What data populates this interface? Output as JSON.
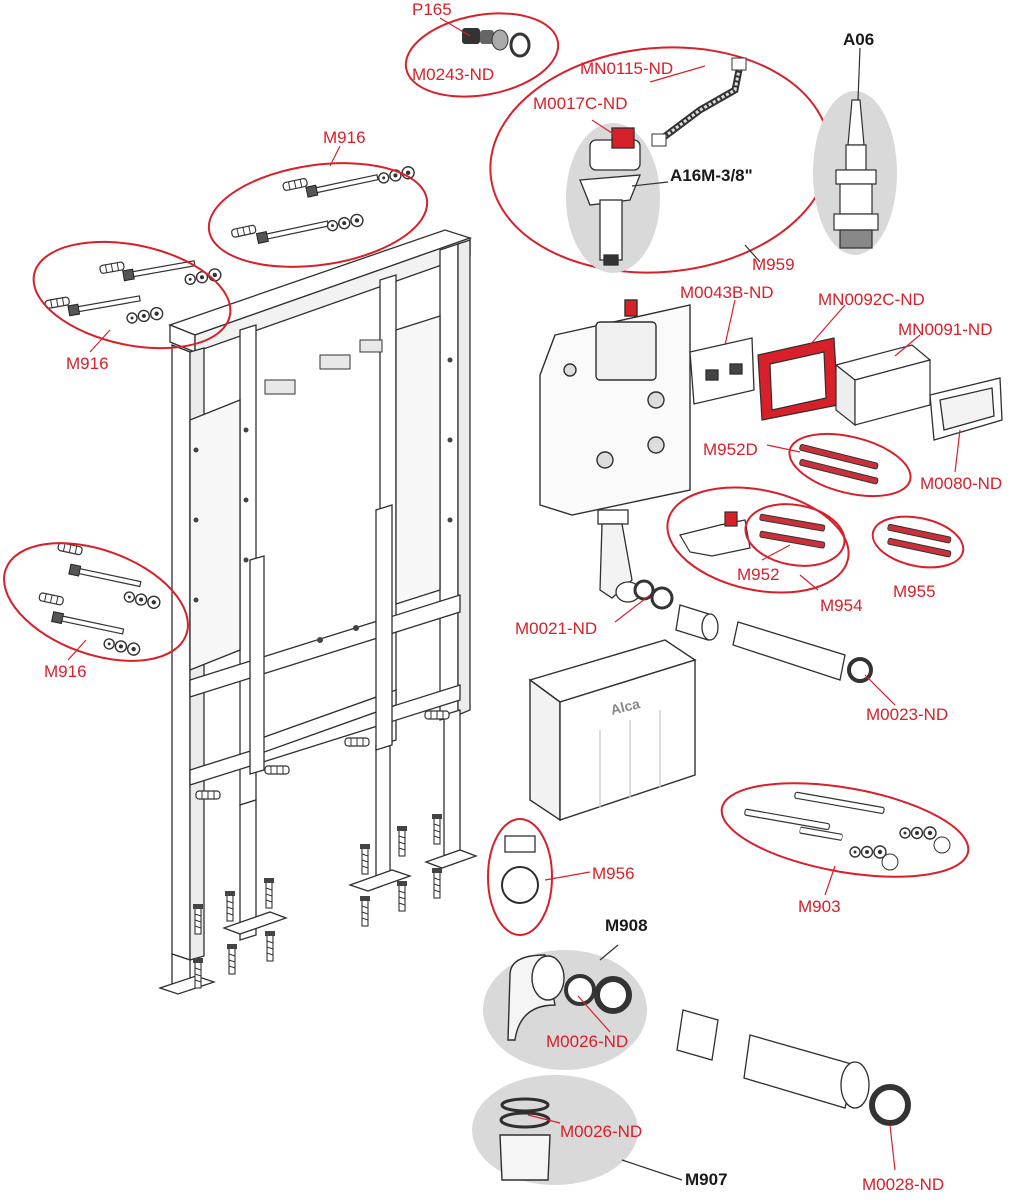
{
  "colors": {
    "callout": "#d8202a",
    "part_stroke": "#2f2f2f",
    "shade": "#d9d9d9"
  },
  "labels": {
    "p165": "P165",
    "m0243": "M0243-ND",
    "mn0115": "MN0115-ND",
    "m0017c": "M0017C-ND",
    "a16m": "A16M-3/8\"",
    "m959": "M959",
    "a06": "A06",
    "m916_top": "M916",
    "m916_left": "M916",
    "m916_bottom": "M916",
    "m0043b": "M0043B-ND",
    "mn0092c": "MN0092C-ND",
    "mn0091": "MN0091-ND",
    "m952d": "M952D",
    "m0080": "M0080-ND",
    "m952": "M952",
    "m954": "M954",
    "m955": "M955",
    "m0021": "M0021-ND",
    "m0023": "M0023-ND",
    "m903": "M903",
    "m956": "M956",
    "m908": "M908",
    "m0026_a": "M0026-ND",
    "m0026_b": "M0026-ND",
    "m907": "M907",
    "m0028": "M0028-ND",
    "brand": "Alca"
  }
}
